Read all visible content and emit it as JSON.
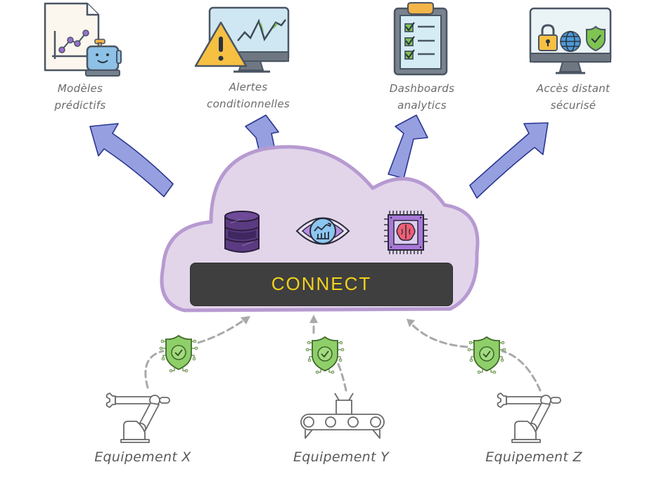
{
  "outputs": [
    {
      "id": "predictive",
      "line1": "Modèles",
      "line2": "prédictifs",
      "icon": "document-chart-robot-icon"
    },
    {
      "id": "alerts",
      "line1": "Alertes",
      "line2": "conditionnelles",
      "icon": "monitor-warning-icon"
    },
    {
      "id": "dashboards",
      "line1": "Dashboards",
      "line2": "analytics",
      "icon": "clipboard-checklist-icon"
    },
    {
      "id": "remote",
      "line1": "Accès distant",
      "line2": "sécurisé",
      "icon": "monitor-lock-globe-shield-icon"
    }
  ],
  "cloud": {
    "brand": "CONNECT",
    "icons": [
      "database-icon",
      "eye-analytics-icon",
      "ai-chip-brain-icon"
    ]
  },
  "equipment": [
    {
      "id": "x",
      "label": "Equipement X",
      "icon": "robot-arm-icon"
    },
    {
      "id": "y",
      "label": "Equipement Y",
      "icon": "conveyor-belt-icon"
    },
    {
      "id": "z",
      "label": "Equipement Z",
      "icon": "robot-arm-icon"
    }
  ],
  "colors": {
    "cloud_fill": "#e2d5ea",
    "cloud_stroke": "#b79ad1",
    "arrow_fill": "#96a0e0",
    "arrow_stroke": "#2b3590",
    "connect_bar": "#3f3f3f",
    "connect_text": "#f2d21b",
    "shield_green": "#8fcf6a",
    "dashed_line": "#a9a9a9"
  }
}
